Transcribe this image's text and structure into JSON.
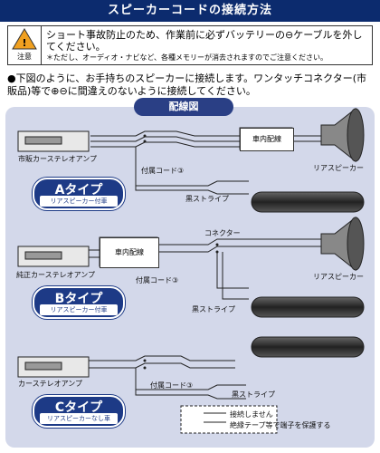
{
  "title": "スピーカーコードの接続方法",
  "warning": {
    "label": "注意",
    "main": "ショート事故防止のため、作業前に必ずバッテリーの⊖ケーブルを外してください。",
    "note": "＊ただし、オーディオ・ナビなど、各種メモリーが消去されますのでご注意ください。"
  },
  "intro": "●下図のように、お手持ちのスピーカーに接続します。ワンタッチコネクター(市販品)等で⊕⊖に間違えのないように接続してください。",
  "diagram_title": "配線図",
  "sections": [
    {
      "amp": "市販カーステレオアンプ",
      "type": "Aタイプ",
      "sub": "リアスピーカー付車",
      "vehicle": "車内配線",
      "speaker": "リアスピーカー",
      "cord": "付属コード③",
      "stripe": "黒ストライプ"
    },
    {
      "amp": "純正カーステレオアンプ",
      "type": "Bタイプ",
      "sub": "リアスピーカー付車",
      "vehicle": "車内配線",
      "speaker": "リアスピーカー",
      "connector": "コネクター",
      "cord": "付属コード③",
      "stripe": "黒ストライプ"
    },
    {
      "amp": "カーステレオアンプ",
      "type": "Cタイプ",
      "sub": "リアスピーカーなし車",
      "cord": "付属コード③",
      "stripe": "黒ストライプ",
      "note1": "接続しません",
      "note2": "絶縁テープ等で端子を保護する"
    }
  ]
}
